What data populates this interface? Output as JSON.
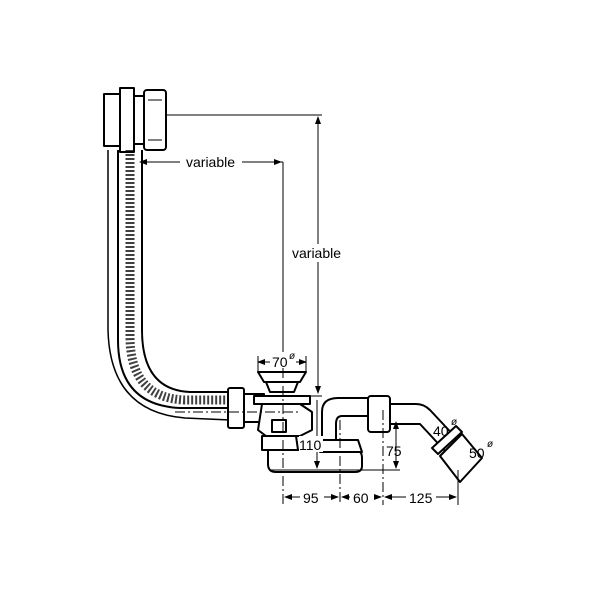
{
  "labels": {
    "overflow_horizontal": "variable",
    "overflow_vertical": "variable",
    "outlet_diameter": "70",
    "height_110": "110",
    "height_75": "75",
    "dim_95": "95",
    "dim_60": "60",
    "dim_125": "125",
    "pipe_40": "40",
    "pipe_50": "50",
    "diameter_symbol": "ø"
  }
}
